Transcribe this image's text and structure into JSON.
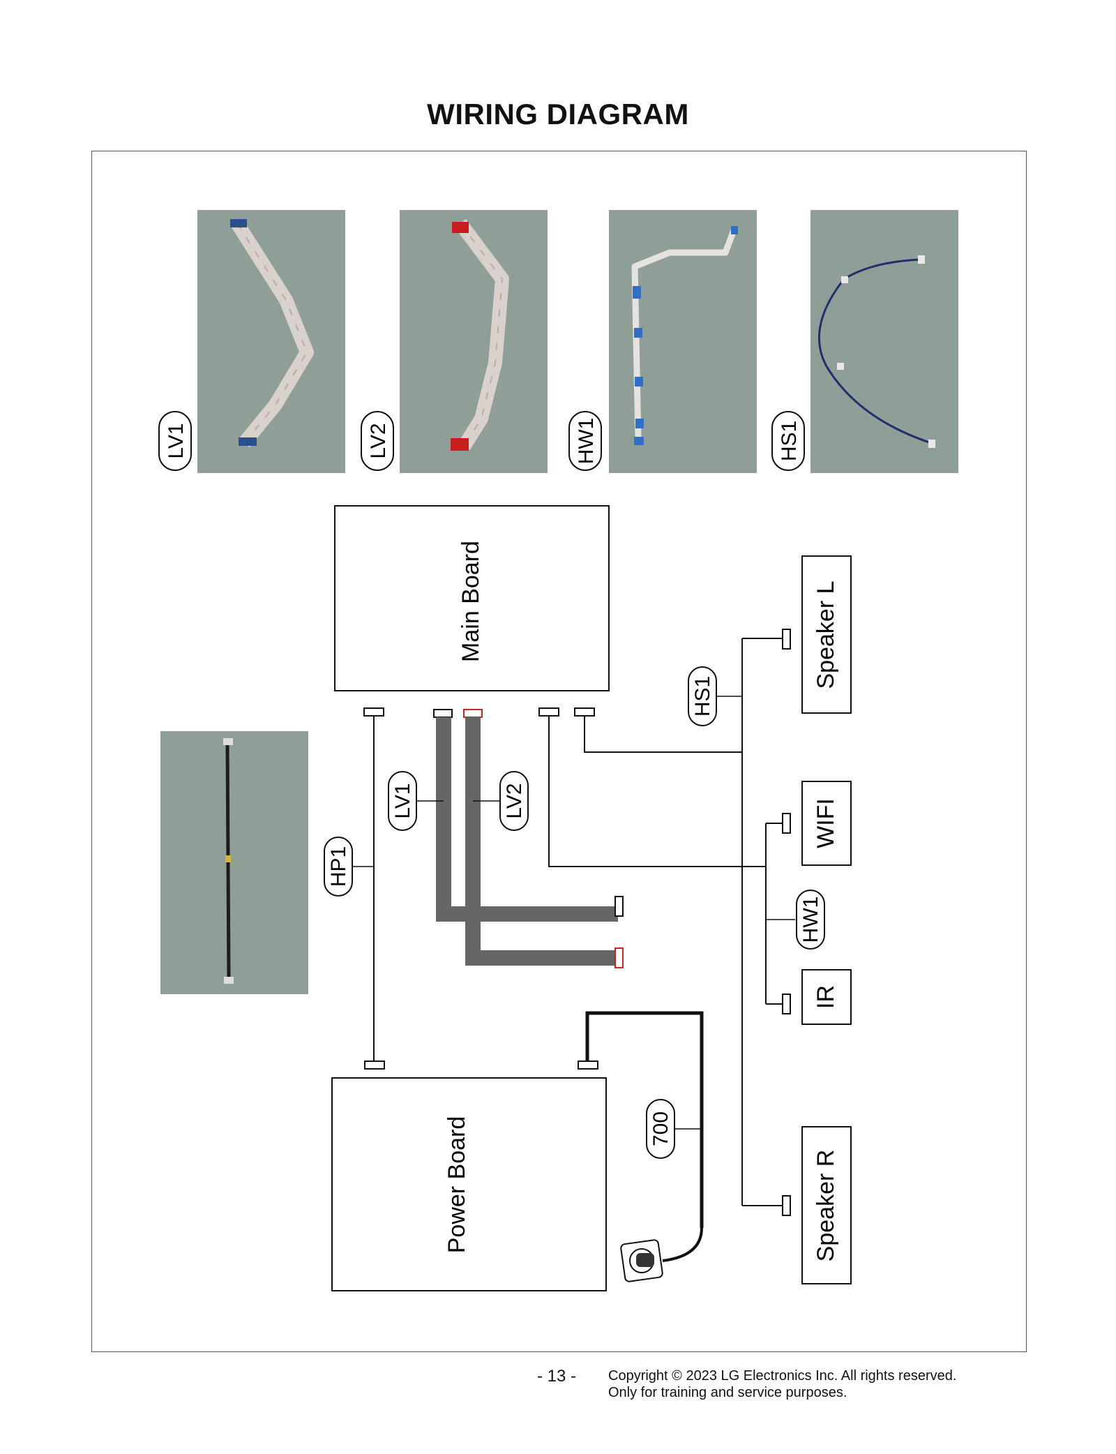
{
  "page": {
    "title": "WIRING DIAGRAM",
    "page_number": "- 13 -",
    "copyright_line1": "Copyright © 2023 LG Electronics Inc. All rights reserved.",
    "copyright_line2": "Only for training and service purposes."
  },
  "photos": {
    "lv1": {
      "tag": "LV1",
      "cable_color": "#d9d2cc",
      "connector_color": "#2a4f8f"
    },
    "lv2": {
      "tag": "LV2",
      "cable_color": "#d9d2cc",
      "connector_color": "#c41e1e"
    },
    "hw1": {
      "tag": "HW1",
      "cable_color": "#e6e3df",
      "connector_color": "#2f6fc4"
    },
    "hs1": {
      "tag": "HS1",
      "cable_color": "#1e2f6b"
    },
    "hp1": {
      "cable_color": "#1d1d1d"
    }
  },
  "boards": {
    "main": "Main Board",
    "power": "Power Board",
    "speaker_l": "Speaker L",
    "wifi": "WIFI",
    "ir": "IR",
    "speaker_r": "Speaker R"
  },
  "cable_labels": {
    "hs1": "HS1",
    "lv1": "LV1",
    "lv2": "LV2",
    "hp1": "HP1",
    "hw1": "HW1",
    "power_cord": "700"
  },
  "colors": {
    "photo_background": "#8f9f97",
    "ribbon_cable": "#666666",
    "lv2_connector": "#cc2222",
    "line": "#111111"
  }
}
